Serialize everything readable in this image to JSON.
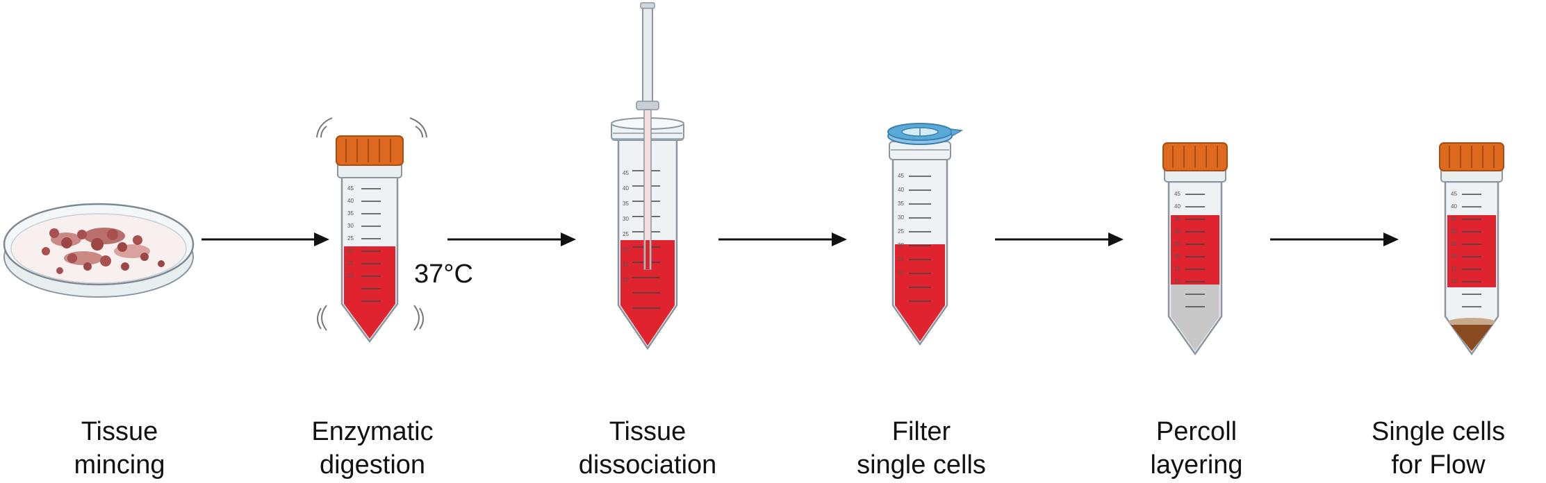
{
  "steps": [
    {
      "line1": "Tissue",
      "line2": "mincing"
    },
    {
      "line1": "Enzymatic",
      "line2": "digestion"
    },
    {
      "line1": "Tissue",
      "line2": "dissociation"
    },
    {
      "line1": "Filter",
      "line2": "single cells"
    },
    {
      "line1": "Percoll",
      "line2": "layering"
    },
    {
      "line1": "Single cells",
      "line2": "for Flow"
    }
  ],
  "annotations": {
    "temperature": "37°C"
  },
  "colors": {
    "cap": "#dd6a1f",
    "cap_dark": "#a84c12",
    "medium": "#e0242f",
    "tube_body": "#eef2f5",
    "tube_outline": "#8a96a0",
    "percoll_layer": "#c8c8c8",
    "pellet": "#8a4a20",
    "filter": "#5aaad8",
    "arrow": "#111111"
  },
  "tube_scale_marks": [
    "45",
    "40",
    "35",
    "30",
    "25",
    "20",
    "15",
    "10"
  ]
}
